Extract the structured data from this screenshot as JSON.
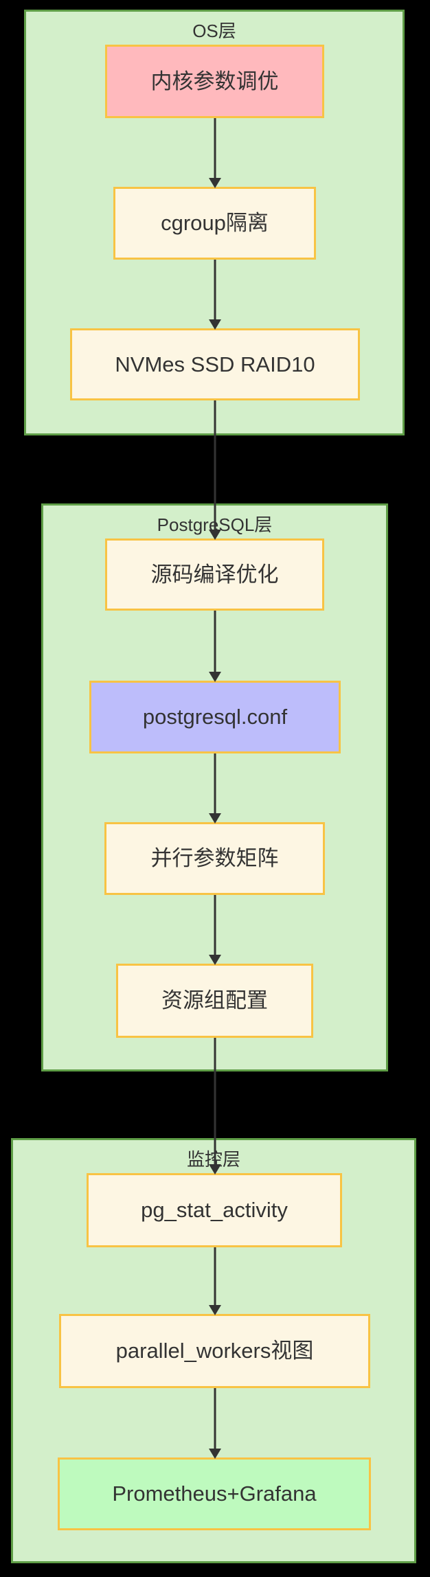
{
  "diagram": {
    "background": "#000000",
    "text_color": "#333333",
    "arrow_color": "#333333",
    "node_border_color": "#f8c344",
    "layer_fill": "#d3efca",
    "layer_border_color": "#5f9e47",
    "layers": [
      {
        "title": "OS层",
        "nodes": [
          {
            "label": "内核参数调优",
            "fill": "#ffb9bd"
          },
          {
            "label": "cgroup隔离",
            "fill": "#fdf6e3"
          },
          {
            "label": "NVMes SSD RAID10",
            "fill": "#fdf6e3"
          }
        ]
      },
      {
        "title": "PostgreSQL层",
        "nodes": [
          {
            "label": "源码编译优化",
            "fill": "#fdf6e3"
          },
          {
            "label": "postgresql.conf",
            "fill": "#bdbdfb"
          },
          {
            "label": "并行参数矩阵",
            "fill": "#fdf6e3"
          },
          {
            "label": "资源组配置",
            "fill": "#fdf6e3"
          }
        ]
      },
      {
        "title": "监控层",
        "nodes": [
          {
            "label": "pg_stat_activity",
            "fill": "#fdf6e3"
          },
          {
            "label": "parallel_workers视图",
            "fill": "#fdf6e3"
          },
          {
            "label": "Prometheus+Grafana",
            "fill": "#befabe"
          }
        ]
      }
    ]
  }
}
